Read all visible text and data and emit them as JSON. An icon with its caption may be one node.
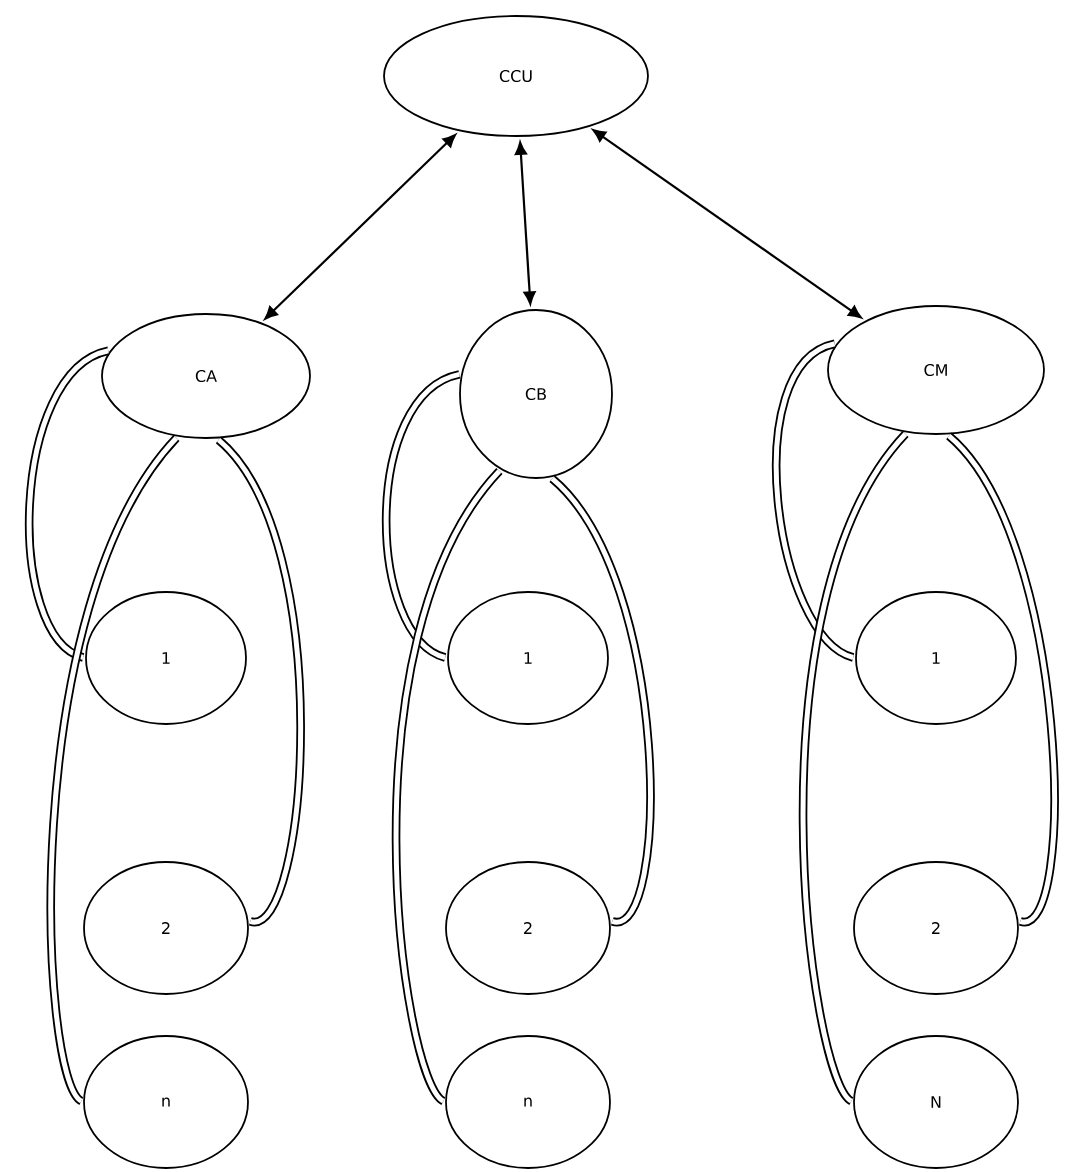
{
  "diagram": {
    "nodes": [
      {
        "text": [
          "CCU"
        ]
      },
      {
        "text": [
          "CA"
        ]
      },
      {
        "text": [
          "CB"
        ]
      },
      {
        "text": [
          "CM"
        ]
      },
      {
        "text": [
          "1"
        ]
      },
      {
        "text": [
          "2"
        ]
      },
      {
        "text": [
          "n"
        ]
      },
      {
        "text": [
          "1"
        ]
      },
      {
        "text": [
          "2"
        ]
      },
      {
        "text": [
          "n"
        ]
      },
      {
        "text": [
          "1"
        ]
      },
      {
        "text": [
          "2"
        ]
      },
      {
        "text": [
          "N"
        ]
      }
    ],
    "edges": [
      {
        "from": 0,
        "to": 1,
        "arrow": "both"
      },
      {
        "from": 0,
        "to": 2,
        "arrow": "both"
      },
      {
        "from": 0,
        "to": 3,
        "arrow": "both"
      },
      {
        "from": 1,
        "to": 4,
        "arrow": "none"
      },
      {
        "from": 1,
        "to": 5,
        "arrow": "none"
      },
      {
        "from": 1,
        "to": 6,
        "arrow": "none"
      },
      {
        "from": 2,
        "to": 7,
        "arrow": "none"
      },
      {
        "from": 2,
        "to": 8,
        "arrow": "none"
      },
      {
        "from": 2,
        "to": 9,
        "arrow": "none"
      },
      {
        "from": 3,
        "to": 10,
        "arrow": "none"
      },
      {
        "from": 3,
        "to": 11,
        "arrow": "none"
      },
      {
        "from": 3,
        "to": 12,
        "arrow": "none"
      }
    ]
  }
}
